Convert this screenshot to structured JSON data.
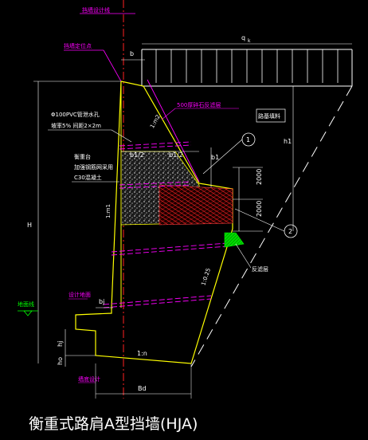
{
  "title": "衡重式路肩A型挡墙(HJA)",
  "colors": {
    "background": "#000000",
    "wall_outline": "#ffff00",
    "dimension": "#ffffff",
    "annotation": "#ff00ff",
    "drain_pipe": "#ff00ff",
    "centerline": "#ff0000",
    "filter_layer": "#00ff00",
    "concrete_fill": "#ffffff",
    "ballast_fill": "#ff0000"
  },
  "labels": {
    "top_cut": "挡墙设计线",
    "wall_top_point": "挡墙定位点",
    "load": "q",
    "load_sub": "k",
    "b": "b",
    "b_line": "500厚碎石反滤层",
    "h_ratio_top": "1:m2",
    "fill_area": "路基填料",
    "pipe_note1": "Φ100PVC管泄水孔",
    "pipe_note2": "坡率5%  间距2×2m",
    "balance_note1": "衡重台",
    "balance_note2": "加强钢筋网采用",
    "balance_note3": "C30混凝土",
    "b1_2a": "b1/2",
    "b1_2b": "b1/2",
    "b1": "b1",
    "h1": "h1",
    "dim_2000a": "2000",
    "dim_2000b": "2000",
    "m1": "1:m1",
    "circle1": "1",
    "circle2": "2",
    "reverse_filter": "反滤层",
    "batter": "1:0.25",
    "H": "H",
    "ground_line": "地面线",
    "design_ground": "设计地面",
    "bj": "bj",
    "hj": "hj",
    "ho": "ho",
    "slope_n": "1:n",
    "base_line": "墙底设计",
    "Bd": "Bd"
  }
}
